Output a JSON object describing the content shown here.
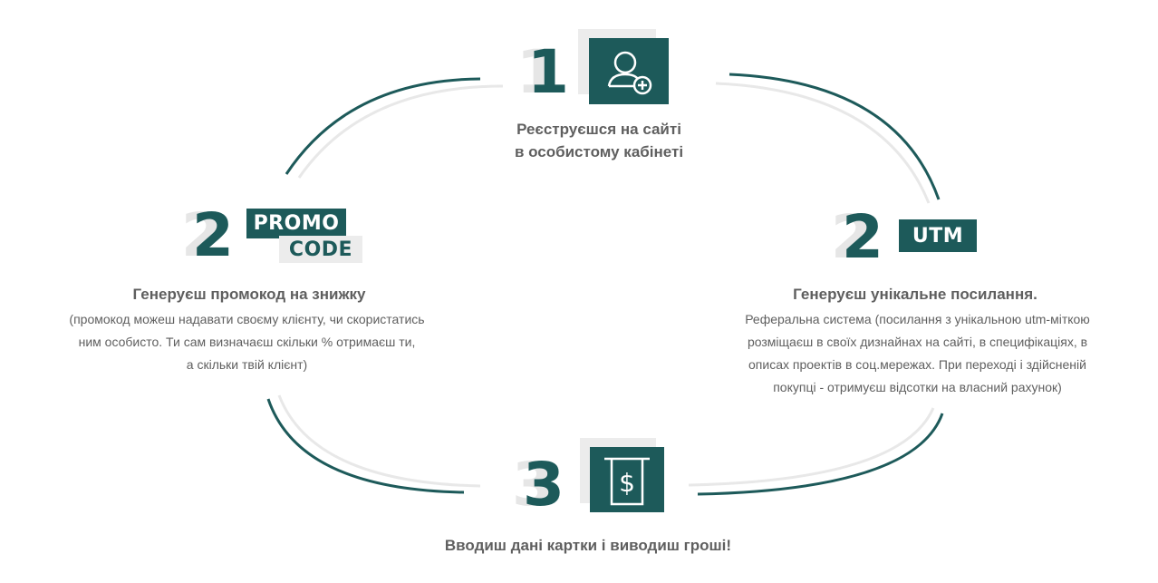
{
  "colors": {
    "accent": "#1d5a5a",
    "shadow": "#ececec",
    "text": "#5f5f5f"
  },
  "step1": {
    "number": "1",
    "icon": "user-plus-icon",
    "title_lines": [
      "Реєструєшся на сайті",
      "в особистому кабінеті"
    ]
  },
  "step2_promo": {
    "number": "2",
    "tag_top": "PROMO",
    "tag_bottom": "CODE",
    "title": "Генеруєш промокод на знижку",
    "desc_lines": [
      "(промокод можеш надавати своєму клієнту, чи скористатись",
      "ним особисто. Ти сам визначаєш скільки % отримаєш ти,",
      "а скільки твій клієнт)"
    ]
  },
  "step2_utm": {
    "number": "2",
    "tag": "UTM",
    "title": "Генеруєш унікальне посилання.",
    "desc_lines": [
      "Реферальна система (посилання з унікальною utm-міткою",
      "розміщаєш в своїх дизнайнах на сайті, в специфікаціях, в",
      "описах проектів в соц.мережах. При переході і здійсненій",
      "покупці - отримуєш відсотки на власний рахунок)"
    ]
  },
  "step3": {
    "number": "3",
    "icon": "atm-dollar-icon",
    "title": "Вводиш дані картки і виводиш гроші!"
  }
}
